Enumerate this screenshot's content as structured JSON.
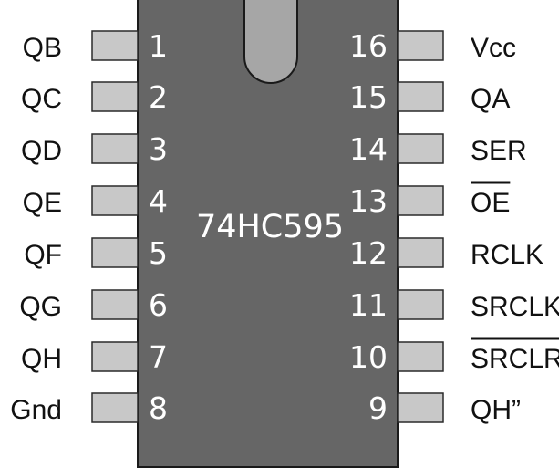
{
  "chip": {
    "part_number": "74HC595"
  },
  "left_pins": [
    {
      "number": "1",
      "label": "QB"
    },
    {
      "number": "2",
      "label": "QC"
    },
    {
      "number": "3",
      "label": "QD"
    },
    {
      "number": "4",
      "label": "QE"
    },
    {
      "number": "5",
      "label": "QF"
    },
    {
      "number": "6",
      "label": "QG"
    },
    {
      "number": "7",
      "label": "QH"
    },
    {
      "number": "8",
      "label": "Gnd"
    }
  ],
  "right_pins": [
    {
      "number": "16",
      "label": "Vcc"
    },
    {
      "number": "15",
      "label": "QA"
    },
    {
      "number": "14",
      "label": "SER"
    },
    {
      "number": "13",
      "label": "OE",
      "overline": true
    },
    {
      "number": "12",
      "label": "RCLK"
    },
    {
      "number": "11",
      "label": "SRCLK"
    },
    {
      "number": "10",
      "label": "SRCLR",
      "overline": true
    },
    {
      "number": "9",
      "label": "QH”"
    }
  ]
}
